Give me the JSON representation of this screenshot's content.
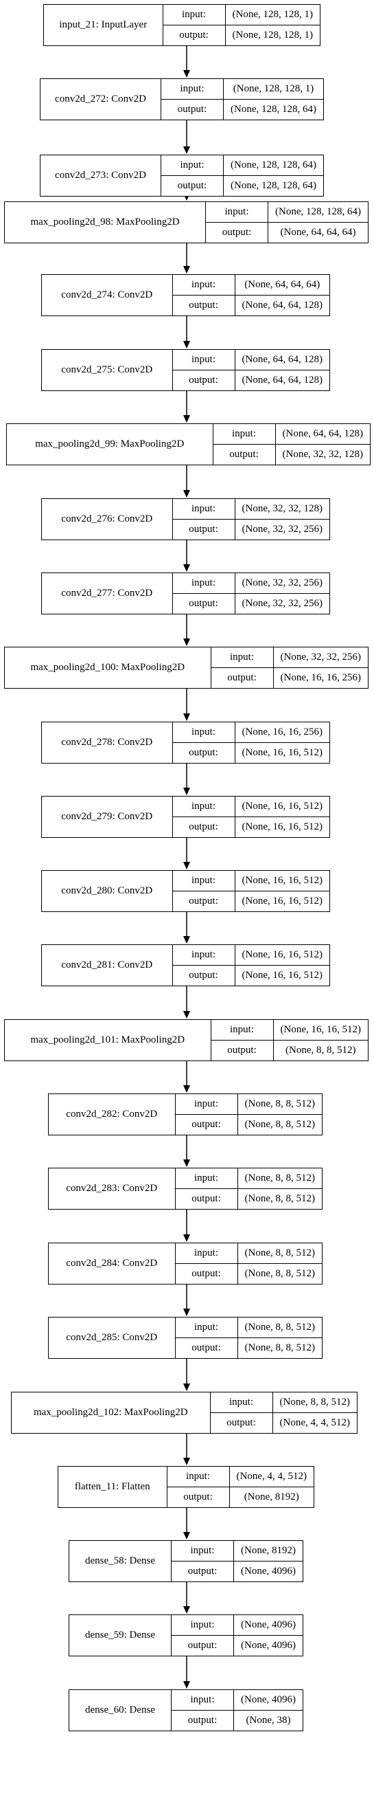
{
  "layers": [
    {
      "name": "input_21: InputLayer",
      "input_key": "input:",
      "output_key": "output:",
      "input": "(None, 128, 128, 1)",
      "output": "(None, 128, 128, 1)"
    },
    {
      "name": "conv2d_272: Conv2D",
      "input_key": "input:",
      "output_key": "output:",
      "input": "(None, 128, 128, 1)",
      "output": "(None, 128, 128, 64)"
    },
    {
      "name": "conv2d_273: Conv2D",
      "input_key": "input:",
      "output_key": "output:",
      "input": "(None, 128, 128, 64)",
      "output": "(None, 128, 128, 64)"
    },
    {
      "name": "max_pooling2d_98: MaxPooling2D",
      "input_key": "input:",
      "output_key": "output:",
      "input": "(None, 128, 128, 64)",
      "output": "(None, 64, 64, 64)"
    },
    {
      "name": "conv2d_274: Conv2D",
      "input_key": "input:",
      "output_key": "output:",
      "input": "(None, 64, 64, 64)",
      "output": "(None, 64, 64, 128)"
    },
    {
      "name": "conv2d_275: Conv2D",
      "input_key": "input:",
      "output_key": "output:",
      "input": "(None, 64, 64, 128)",
      "output": "(None, 64, 64, 128)"
    },
    {
      "name": "max_pooling2d_99: MaxPooling2D",
      "input_key": "input:",
      "output_key": "output:",
      "input": "(None, 64, 64, 128)",
      "output": "(None, 32, 32, 128)"
    },
    {
      "name": "conv2d_276: Conv2D",
      "input_key": "input:",
      "output_key": "output:",
      "input": "(None, 32, 32, 128)",
      "output": "(None, 32, 32, 256)"
    },
    {
      "name": "conv2d_277: Conv2D",
      "input_key": "input:",
      "output_key": "output:",
      "input": "(None, 32, 32, 256)",
      "output": "(None, 32, 32, 256)"
    },
    {
      "name": "max_pooling2d_100: MaxPooling2D",
      "input_key": "input:",
      "output_key": "output:",
      "input": "(None, 32, 32, 256)",
      "output": "(None, 16, 16, 256)"
    },
    {
      "name": "conv2d_278: Conv2D",
      "input_key": "input:",
      "output_key": "output:",
      "input": "(None, 16, 16, 256)",
      "output": "(None, 16, 16, 512)"
    },
    {
      "name": "conv2d_279: Conv2D",
      "input_key": "input:",
      "output_key": "output:",
      "input": "(None, 16, 16, 512)",
      "output": "(None, 16, 16, 512)"
    },
    {
      "name": "conv2d_280: Conv2D",
      "input_key": "input:",
      "output_key": "output:",
      "input": "(None, 16, 16, 512)",
      "output": "(None, 16, 16, 512)"
    },
    {
      "name": "conv2d_281: Conv2D",
      "input_key": "input:",
      "output_key": "output:",
      "input": "(None, 16, 16, 512)",
      "output": "(None, 16, 16, 512)"
    },
    {
      "name": "max_pooling2d_101: MaxPooling2D",
      "input_key": "input:",
      "output_key": "output:",
      "input": "(None, 16, 16, 512)",
      "output": "(None, 8, 8, 512)"
    },
    {
      "name": "conv2d_282: Conv2D",
      "input_key": "input:",
      "output_key": "output:",
      "input": "(None, 8, 8, 512)",
      "output": "(None, 8, 8, 512)"
    },
    {
      "name": "conv2d_283: Conv2D",
      "input_key": "input:",
      "output_key": "output:",
      "input": "(None, 8, 8, 512)",
      "output": "(None, 8, 8, 512)"
    },
    {
      "name": "conv2d_284: Conv2D",
      "input_key": "input:",
      "output_key": "output:",
      "input": "(None, 8, 8, 512)",
      "output": "(None, 8, 8, 512)"
    },
    {
      "name": "conv2d_285: Conv2D",
      "input_key": "input:",
      "output_key": "output:",
      "input": "(None, 8, 8, 512)",
      "output": "(None, 8, 8, 512)"
    },
    {
      "name": "max_pooling2d_102: MaxPooling2D",
      "input_key": "input:",
      "output_key": "output:",
      "input": "(None, 8, 8, 512)",
      "output": "(None, 4, 4, 512)"
    },
    {
      "name": "flatten_11: Flatten",
      "input_key": "input:",
      "output_key": "output:",
      "input": "(None, 4, 4, 512)",
      "output": "(None, 8192)"
    },
    {
      "name": "dense_58: Dense",
      "input_key": "input:",
      "output_key": "output:",
      "input": "(None, 8192)",
      "output": "(None, 4096)"
    },
    {
      "name": "dense_59: Dense",
      "input_key": "input:",
      "output_key": "output:",
      "input": "(None, 4096)",
      "output": "(None, 4096)"
    },
    {
      "name": "dense_60: Dense",
      "input_key": "input:",
      "output_key": "output:",
      "input": "(None, 4096)",
      "output": "(None, 38)"
    }
  ]
}
